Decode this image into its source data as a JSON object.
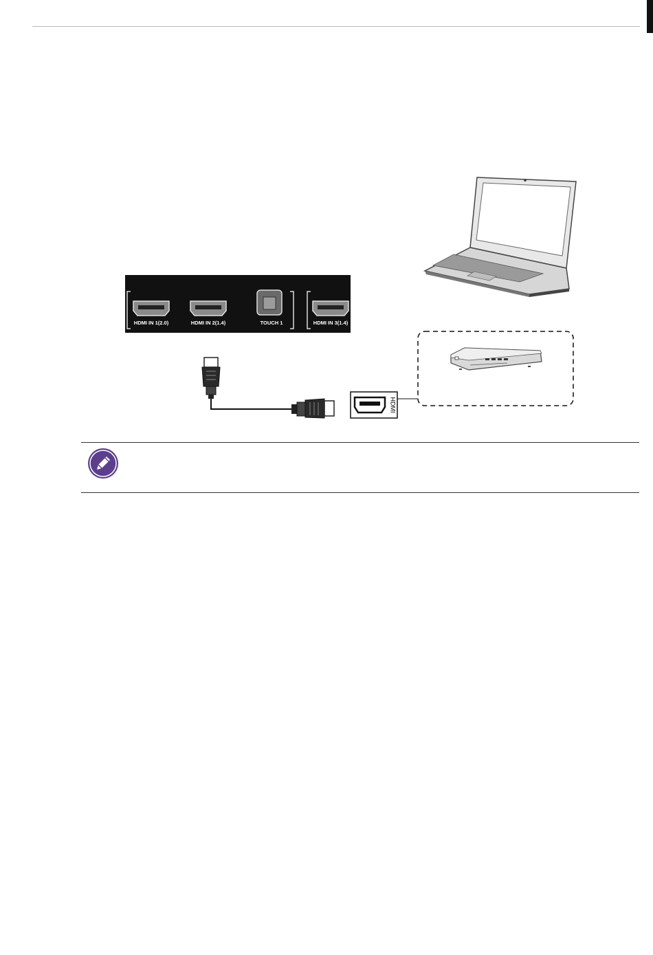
{
  "panel": {
    "ports": [
      "HDMI IN 1(2.0)",
      "HDMI IN 2(1.4)",
      "TOUCH 1",
      "HDMI IN 3(1.4)"
    ]
  },
  "device_port_label": "HDMI",
  "icons": [
    "pencil-icon",
    "laptop-icon",
    "media-player-icon",
    "hdmi-cable-icon",
    "hdmi-port-icon",
    "usb-port-icon"
  ],
  "colors": {
    "note_icon": "#5b3f8c",
    "panel": "#111111"
  }
}
